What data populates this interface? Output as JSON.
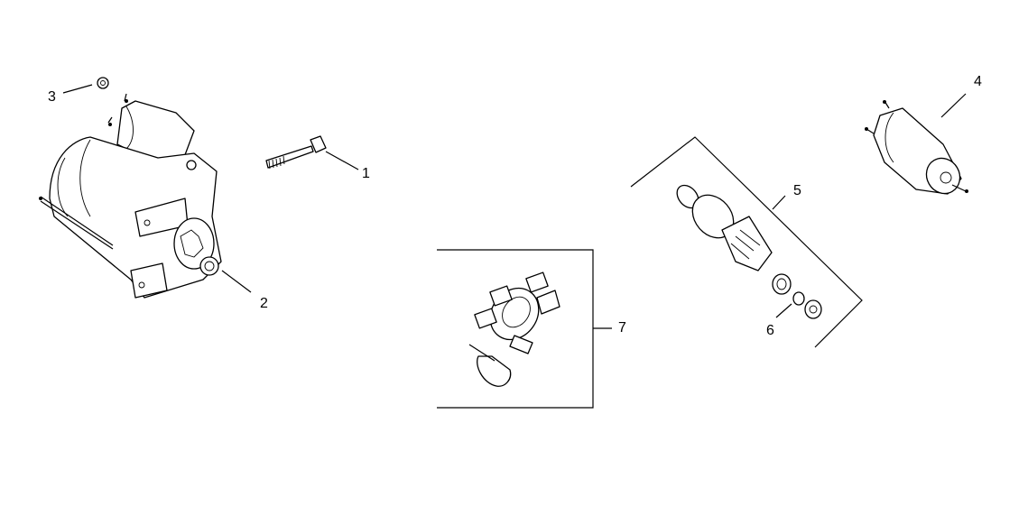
{
  "diagram": {
    "type": "exploded-parts-diagram",
    "subject": "starter motor assembly",
    "callouts": [
      {
        "id": "1",
        "label": "1",
        "part": "bolt"
      },
      {
        "id": "2",
        "label": "2",
        "part": "starter motor"
      },
      {
        "id": "3",
        "label": "3",
        "part": "nut"
      },
      {
        "id": "4",
        "label": "4",
        "part": "solenoid"
      },
      {
        "id": "5",
        "label": "5",
        "part": "drive kit (bracketed group)"
      },
      {
        "id": "6",
        "label": "6",
        "part": "retaining ring / collar"
      },
      {
        "id": "7",
        "label": "7",
        "part": "brush holder kit (boxed)"
      }
    ]
  }
}
